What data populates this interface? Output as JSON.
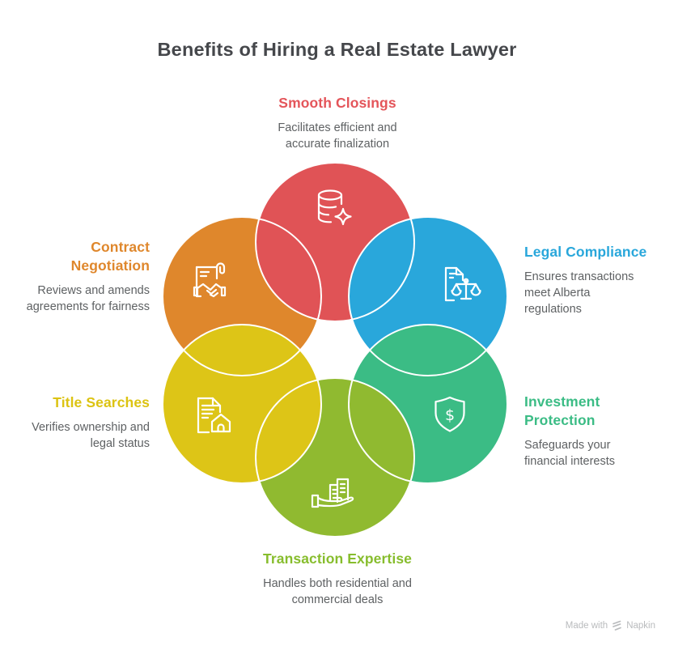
{
  "page": {
    "title": "Benefits of Hiring a Real Estate Lawyer"
  },
  "circles": [
    {
      "id": "smooth-closings",
      "title": "Smooth Closings",
      "title_color": "#e4555a",
      "desc": "Facilitates efficient and\naccurate finalization",
      "fill": "#e05356",
      "icon": "database-sparkle-icon"
    },
    {
      "id": "legal-compliance",
      "title": "Legal Compliance",
      "title_color": "#29a7db",
      "desc": "Ensures transactions\nmeet Alberta\nregulations",
      "fill": "#29a7db",
      "icon": "document-scales-icon"
    },
    {
      "id": "investment-protection",
      "title": "Investment Protection",
      "title_color": "#3bbc85",
      "desc": "Safeguards your\nfinancial interests",
      "fill": "#3bbc85",
      "icon": "shield-dollar-icon"
    },
    {
      "id": "transaction-expertise",
      "title": "Transaction Expertise",
      "title_color": "#87bd2d",
      "desc": "Handles both residential and\ncommercial deals",
      "fill": "#90ba30",
      "icon": "hand-buildings-icon"
    },
    {
      "id": "title-searches",
      "title": "Title Searches",
      "title_color": "#dcc312",
      "desc": "Verifies ownership and\nlegal status",
      "fill": "#ddc517",
      "icon": "document-house-icon"
    },
    {
      "id": "contract-negotiation",
      "title": "Contract Negotiation",
      "title_color": "#df872c",
      "desc": "Reviews and amends\nagreements for fairness",
      "fill": "#df872c",
      "icon": "scroll-handshake-icon"
    }
  ],
  "watermark": {
    "prefix": "Made with",
    "brand": "Napkin"
  }
}
